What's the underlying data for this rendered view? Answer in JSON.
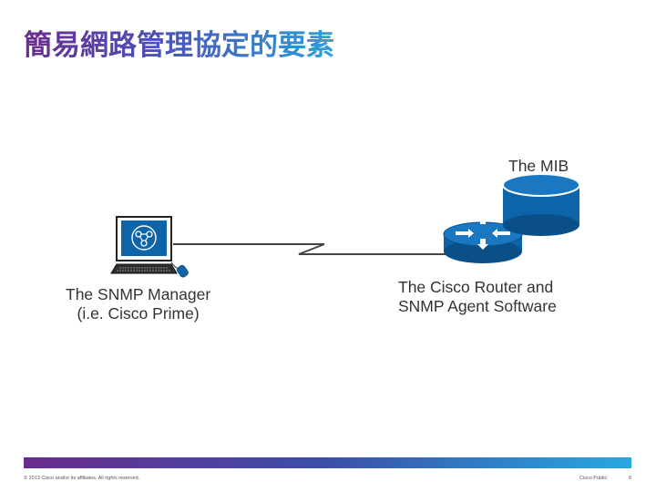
{
  "slide": {
    "title": "簡易網路管理協定的要素"
  },
  "diagram": {
    "manager_label_line1": "The SNMP Manager",
    "manager_label_line2": "(i.e. Cisco Prime)",
    "mib_label": "The MIB",
    "router_label_line1": "The Cisco Router and",
    "router_label_line2": "SNMP Agent Software",
    "colors": {
      "device_blue": "#0d64a8",
      "device_outline": "#0b4f88",
      "link_line": "#444444"
    },
    "icons": [
      "computer-monitor-icon",
      "keyboard-icon",
      "mouse-icon",
      "router-icon",
      "database-icon"
    ]
  },
  "footer": {
    "copyright": "© 2013 Cisco and/or its affiliates. All rights reserved.",
    "classification": "Cisco Public",
    "page_number": "6"
  },
  "colors": {
    "title_gradient_start": "#6a2c8e",
    "title_gradient_end": "#2aa0dc"
  }
}
